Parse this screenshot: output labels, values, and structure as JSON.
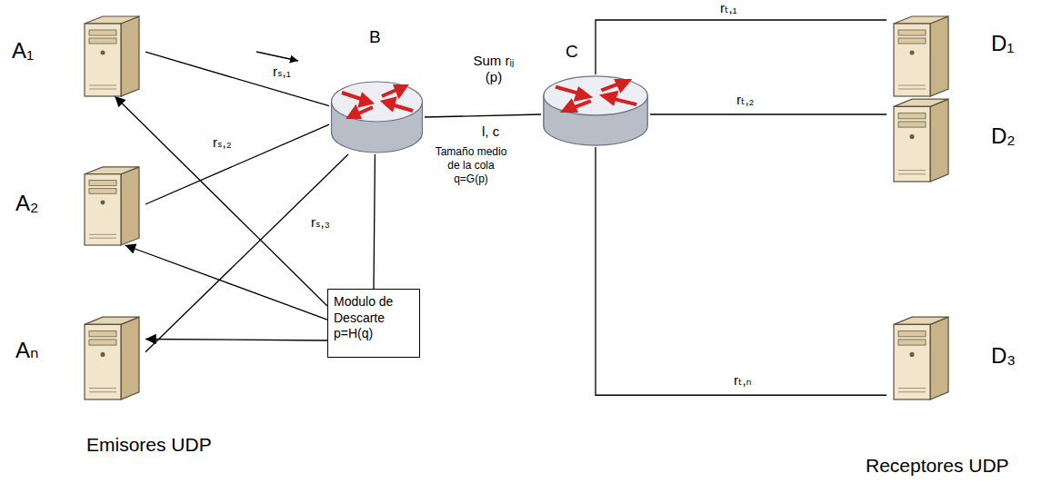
{
  "diagram": {
    "nodes": [
      {
        "text": [
          "A₁"
        ]
      },
      {
        "text": [
          "A₂"
        ]
      },
      {
        "text": [
          "Aₙ"
        ]
      },
      {
        "text": [
          "B"
        ]
      },
      {
        "text": [
          "Modulo de Descarte p=H(q)"
        ]
      },
      {
        "text": [
          "C"
        ]
      },
      {
        "text": [
          "D₁"
        ]
      },
      {
        "text": [
          "D₂"
        ]
      },
      {
        "text": [
          "D₃"
        ]
      }
    ],
    "edges": [
      {
        "from": 0,
        "to": 3,
        "arrow": "none",
        "label": "rₛ,₁"
      },
      {
        "from": 1,
        "to": 3,
        "arrow": "none",
        "label": "rₛ,₂"
      },
      {
        "from": 2,
        "to": 3,
        "arrow": "none",
        "label": "rₛ,₃"
      },
      {
        "from": 3,
        "to": 5,
        "arrow": "none",
        "label": "Sum rᵢⱼ (p)"
      },
      {
        "from": 3,
        "to": 4,
        "arrow": "none"
      },
      {
        "from": 4,
        "to": 0,
        "arrow": "to"
      },
      {
        "from": 4,
        "to": 1,
        "arrow": "to"
      },
      {
        "from": 4,
        "to": 2,
        "arrow": "to"
      },
      {
        "from": 5,
        "to": 6,
        "arrow": "none",
        "label": "rₜ,₁"
      },
      {
        "from": 5,
        "to": 7,
        "arrow": "none",
        "label": "rₜ,₂"
      },
      {
        "from": 5,
        "to": 8,
        "arrow": "none",
        "label": "rₜ,ₙ"
      }
    ],
    "labels": [
      "Tamaño medio de la cola q=G(p)",
      "l, c",
      "Emisores UDP",
      "Receptores UDP"
    ]
  }
}
